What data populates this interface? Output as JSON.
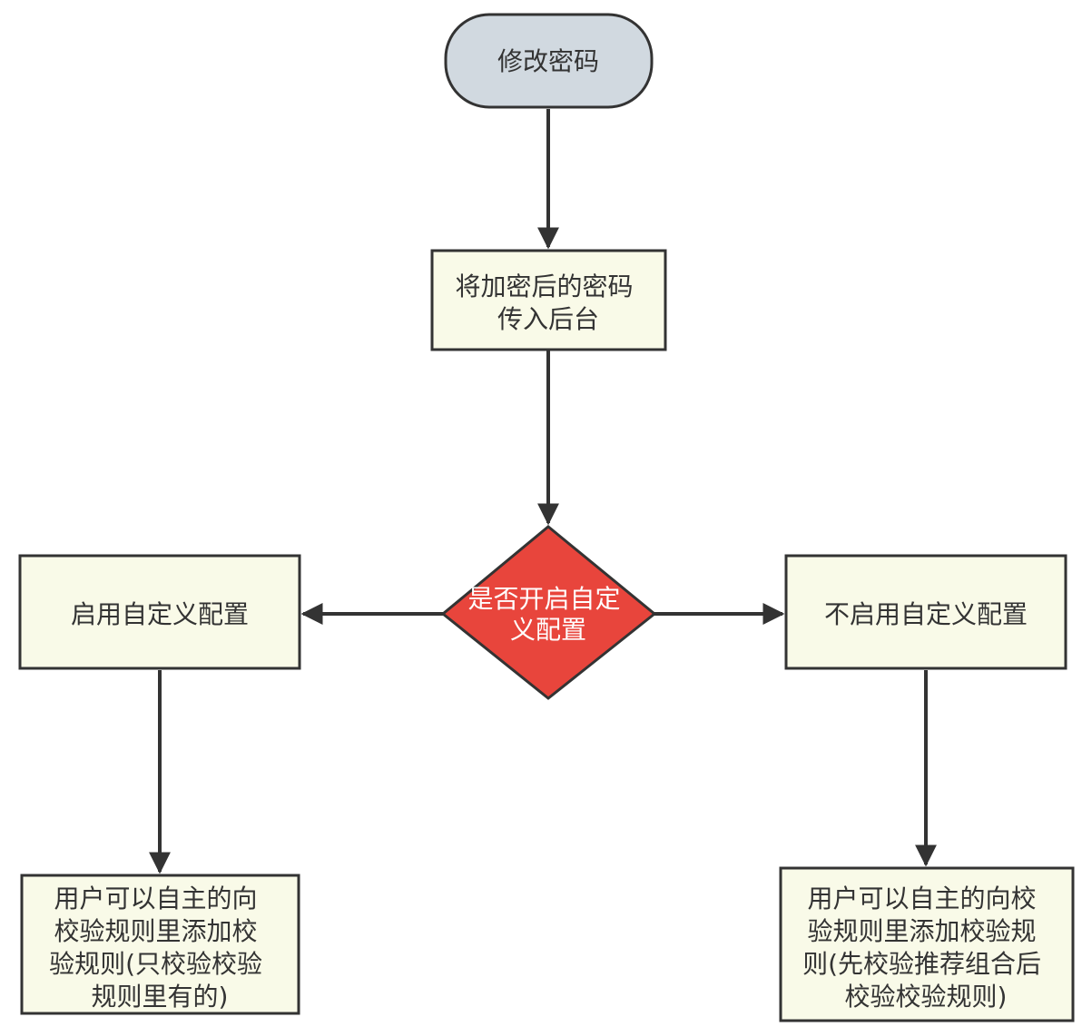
{
  "diagram": {
    "colors": {
      "start_fill": "#d1d9e0",
      "process_fill": "#f9fae8",
      "decision_fill": "#e8453c",
      "stroke": "#333333",
      "text": "#333333",
      "decision_text": "#ffffff"
    },
    "nodes": {
      "start": {
        "lines": [
          "修改密码"
        ]
      },
      "encrypt": {
        "lines": [
          "将加密后的密码",
          "传入后台"
        ]
      },
      "decision": {
        "lines": [
          "是否开启自定",
          "义配置"
        ]
      },
      "enable": {
        "lines": [
          "启用自定义配置"
        ]
      },
      "disable": {
        "lines": [
          "不启用自定义配置"
        ]
      },
      "enable_rules": {
        "lines": [
          "用户可以自主的向",
          "校验规则里添加校",
          "验规则(只校验校验",
          "规则里有的)"
        ]
      },
      "disable_rules": {
        "lines": [
          "用户可以自主的向校",
          "验规则里添加校验规",
          "则(先校验推荐组合后",
          "校验校验规则)"
        ]
      }
    }
  }
}
